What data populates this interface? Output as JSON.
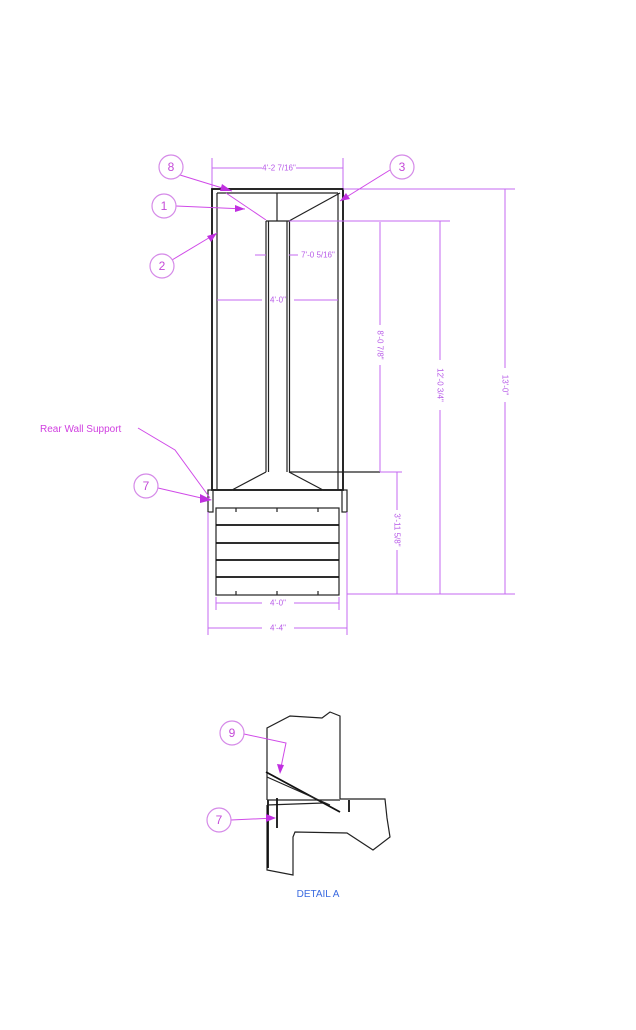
{
  "main_view": {
    "dimensions": {
      "top_width": "4'-2 7/16\"",
      "post_offset": "7'-0 5/16\"",
      "inner_width": "4'-0\"",
      "upper_height": "8'-0 7/8\"",
      "mid_height": "12'-0 3/4\"",
      "overall_height": "13'-0\"",
      "base_height": "3'-11 5/8\"",
      "base_inner_width": "4'-0\"",
      "base_outer_width": "4'-4\""
    },
    "callouts": [
      "8",
      "3",
      "1",
      "2",
      "7"
    ],
    "note": "Rear Wall Support"
  },
  "detail": {
    "title": "DETAIL A",
    "callouts": [
      "9",
      "7"
    ]
  },
  "colors": {
    "annotation": "#d040e0",
    "dimension": "#c46af2",
    "title": "#3a6ae0",
    "lines": "#222222"
  }
}
